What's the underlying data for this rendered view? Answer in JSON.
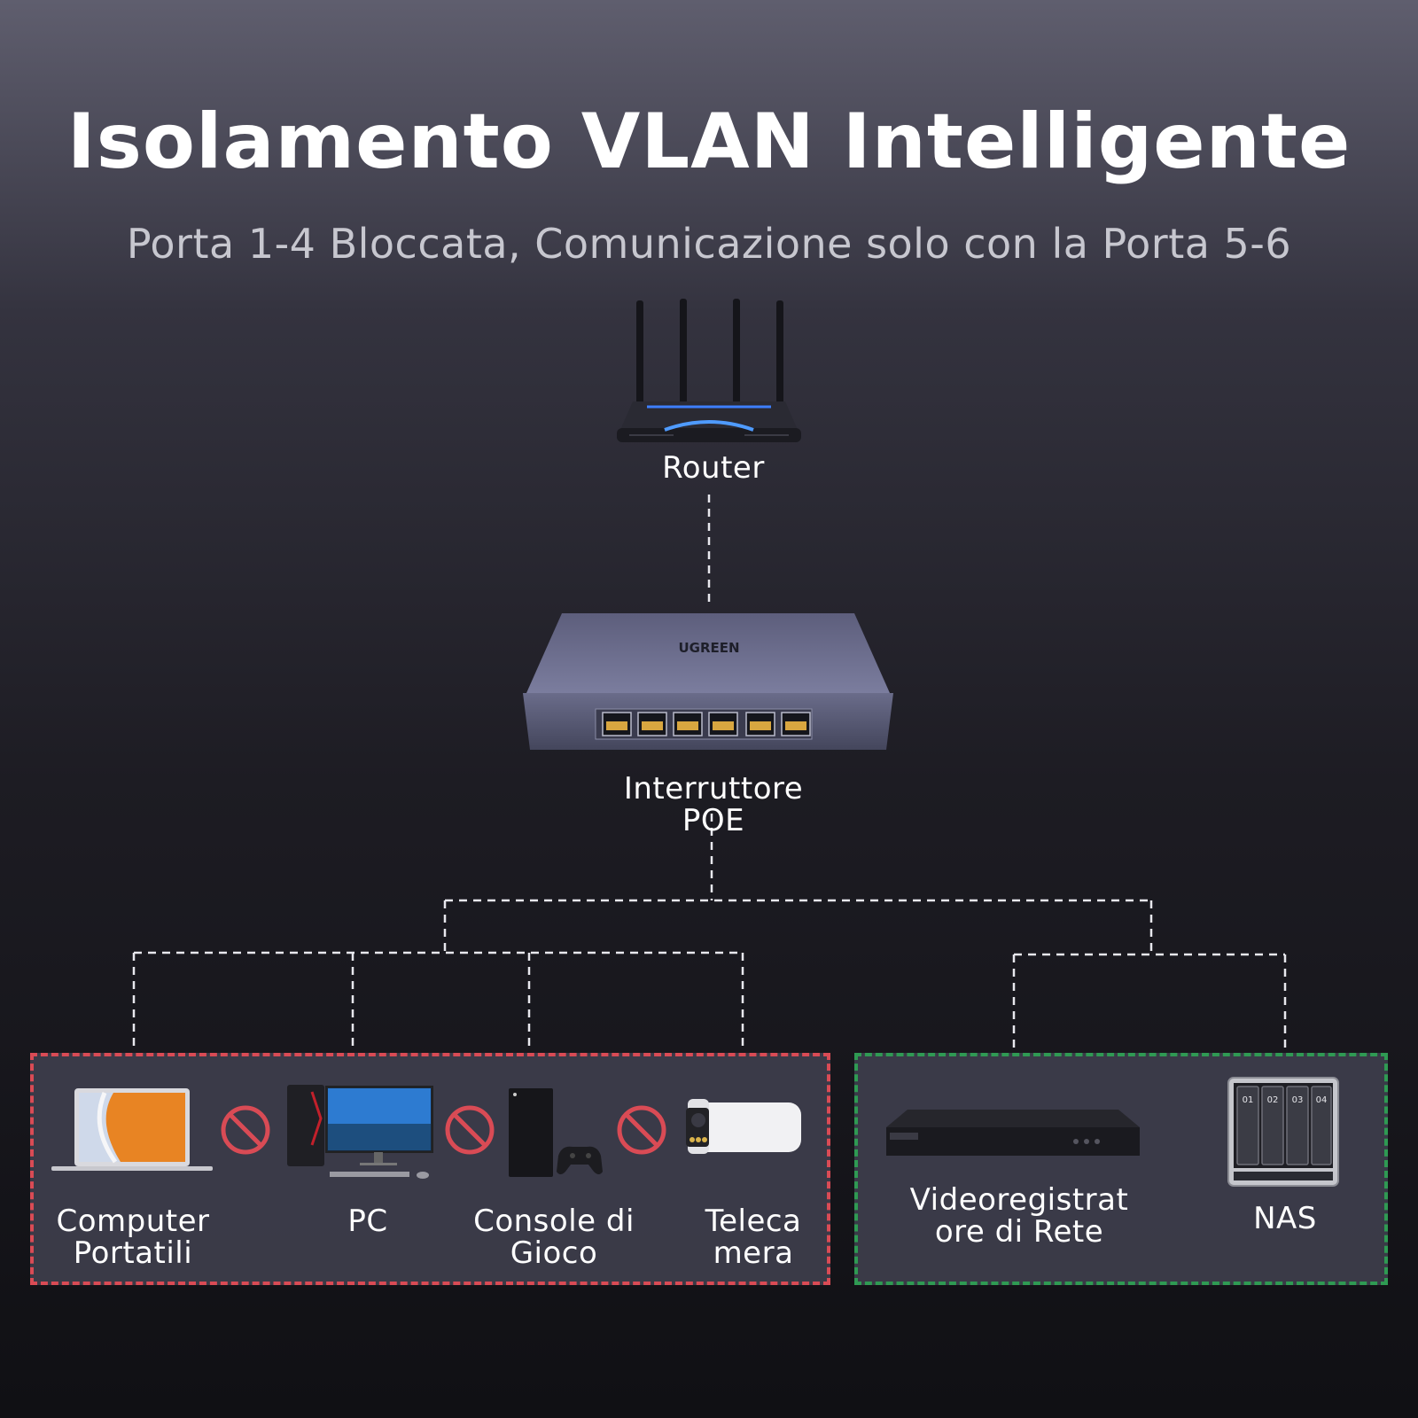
{
  "header": {
    "title": "Isolamento VLAN Intelligente",
    "subtitle": "Porta 1-4 Bloccata, Comunicazione solo con la Porta 5-6"
  },
  "router": {
    "label": "Router",
    "icon": "router-icon"
  },
  "switch": {
    "label_line1": "Interruttore",
    "label_line2": "POE",
    "brand": "UGREEN",
    "port_count": 6,
    "icon": "poe-switch-icon"
  },
  "blocked_group": {
    "border_color": "#d94b55",
    "devices": [
      {
        "label_line1": "Computer",
        "label_line2": "Portatili",
        "icon": "laptop-icon"
      },
      {
        "label_line1": "PC",
        "label_line2": "",
        "icon": "desktop-pc-icon"
      },
      {
        "label_line1": "Console di",
        "label_line2": "Gioco",
        "icon": "game-console-icon"
      },
      {
        "label_line1": "Teleca",
        "label_line2": "mera",
        "icon": "security-camera-icon"
      }
    ],
    "block_icon": "no-entry-icon"
  },
  "allowed_group": {
    "border_color": "#2f9a53",
    "devices": [
      {
        "label_line1": "Videoregistrat",
        "label_line2": "ore di Rete",
        "icon": "nvr-icon"
      },
      {
        "label_line1": "NAS",
        "label_line2": "",
        "icon": "nas-icon",
        "bays": [
          "01",
          "02",
          "03",
          "04"
        ]
      }
    ]
  }
}
